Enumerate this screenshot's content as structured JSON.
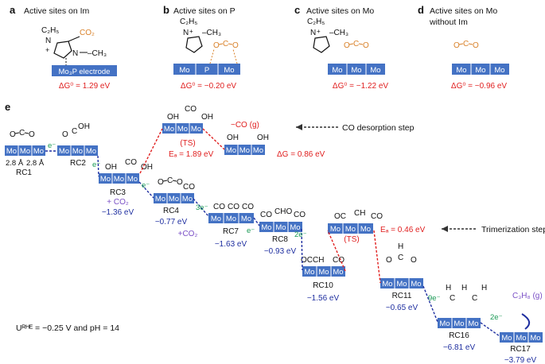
{
  "panels": [
    {
      "letter": "a",
      "title": "Active sites on Im",
      "surface": "Mo₃P electrode",
      "dg": "ΔG⁰ = 1.29 eV",
      "adsorbate": "CO₂"
    },
    {
      "letter": "b",
      "title": "Active sites on P",
      "surface_labels": [
        "Mo",
        "P",
        "Mo"
      ],
      "dg": "ΔG⁰ = −0.20 eV"
    },
    {
      "letter": "c",
      "title": "Active sites on Mo",
      "surface_labels": [
        "Mo",
        "Mo",
        "Mo"
      ],
      "dg": "ΔG⁰ = −1.22 eV"
    },
    {
      "letter": "d",
      "title": "Active sites on Mo",
      "title2": "without Im",
      "surface_labels": [
        "Mo",
        "Mo",
        "Mo"
      ],
      "dg": "ΔG⁰ = −0.96 eV"
    }
  ],
  "mol": {
    "c2h5": "C₂H₅",
    "ch3": "CH₃",
    "n": "N",
    "o": "O",
    "c": "C",
    "oh": "OH",
    "co": "CO",
    "cho": "CHO",
    "h": "H",
    "cc": "CC",
    "cch": "CCH"
  },
  "tile": {
    "mo": "Mo"
  },
  "panel_e": {
    "letter": "e",
    "states": [
      "RC1",
      "RC2",
      "RC3",
      "RC4",
      "RC7",
      "RC8",
      "RC10",
      "RC11",
      "RC16",
      "RC17"
    ],
    "energies": [
      "−1.36 eV",
      "−0.77 eV",
      "−1.63 eV",
      "−0.93 eV",
      "−1.56 eV",
      "−0.65 eV",
      "−6.81 eV",
      "−3.79 eV"
    ],
    "distances": [
      "2.8 Å",
      "2.8 Å"
    ],
    "electrons": [
      "e⁻",
      "e⁻",
      "e⁻",
      "3e⁻",
      "e⁻",
      "2e⁻",
      "9e⁻",
      "2e⁻"
    ],
    "co2_adds": [
      "+ CO₂",
      "+CO₂"
    ],
    "ts_label": "(TS)",
    "ea_co": "Eₐ = 1.89 eV",
    "ea_tri": "Eₐ = 0.46 eV",
    "co_gas": "−CO (g)",
    "dg_co": "ΔG = 0.86 eV",
    "co_step": "CO desorption step",
    "trimer_step": "Trimerization step",
    "propane": "C₃H₈ (g)",
    "conditions": "Uᴿᴴᴱ = −0.25 V and  pH = 14"
  },
  "colors": {
    "tile": "#4472c4",
    "red": "#e02020",
    "blue": "#1f2fa0",
    "green": "#1a9a55",
    "orange": "#d9822b",
    "purple": "#7a4fc6"
  }
}
